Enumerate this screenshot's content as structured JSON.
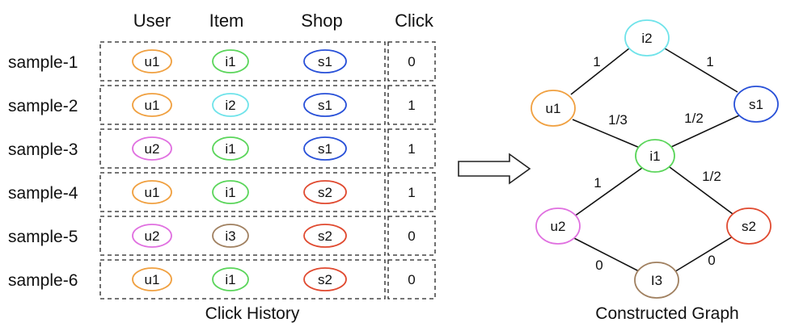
{
  "click_history": {
    "headers": {
      "user": "User",
      "item": "Item",
      "shop": "Shop",
      "click": "Click"
    },
    "rows": [
      {
        "label": "sample-1",
        "user": "u1",
        "item": "i1",
        "shop": "s1",
        "click": "0"
      },
      {
        "label": "sample-2",
        "user": "u1",
        "item": "i2",
        "shop": "s1",
        "click": "1"
      },
      {
        "label": "sample-3",
        "user": "u2",
        "item": "i1",
        "shop": "s1",
        "click": "1"
      },
      {
        "label": "sample-4",
        "user": "u1",
        "item": "i1",
        "shop": "s2",
        "click": "1"
      },
      {
        "label": "sample-5",
        "user": "u2",
        "item": "i3",
        "shop": "s2",
        "click": "0"
      },
      {
        "label": "sample-6",
        "user": "u1",
        "item": "i1",
        "shop": "s2",
        "click": "0"
      }
    ],
    "caption": "Click History"
  },
  "graph": {
    "nodes": {
      "i2": "i2",
      "u1": "u1",
      "s1": "s1",
      "i1": "i1",
      "u2": "u2",
      "s2": "s2",
      "i3": "I3"
    },
    "edge_weights": {
      "u1_i2": "1",
      "i2_s1": "1",
      "u1_i1": "1/3",
      "s1_i1": "1/2",
      "i1_u2": "1",
      "i1_s2": "1/2",
      "u2_i3": "0",
      "s2_i3": "0"
    },
    "caption": "Constructed Graph"
  },
  "colors": {
    "u1": "#f0a040",
    "u2": "#e070e0",
    "i1": "#5ad55a",
    "i2": "#6fe3ea",
    "i3": "#a08060",
    "s1": "#2850d8",
    "s2": "#e04a30"
  }
}
